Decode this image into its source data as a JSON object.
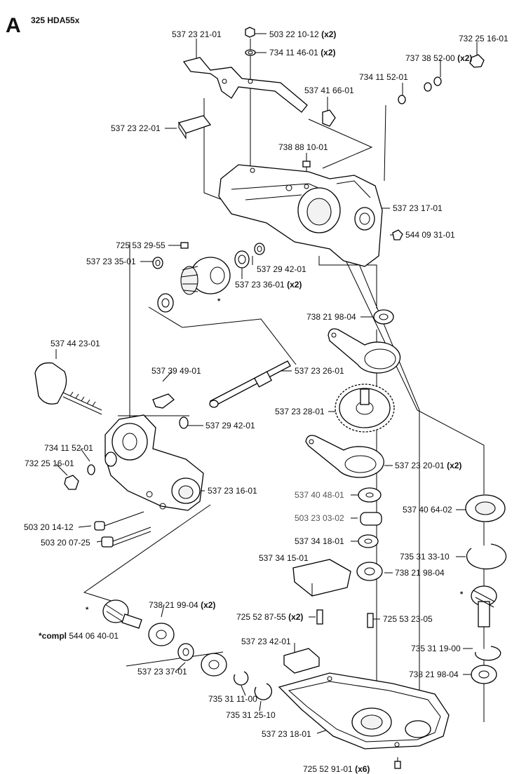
{
  "header": {
    "section": "A",
    "model": "325 HDA55x"
  },
  "parts": [
    {
      "id": "p1",
      "number": "537 23 21-01",
      "qty": ""
    },
    {
      "id": "p2",
      "number": "503 22 10-12",
      "qty": "(x2)"
    },
    {
      "id": "p3",
      "number": "734 11 46-01",
      "qty": "(x2)"
    },
    {
      "id": "p4",
      "number": "732 25 16-01",
      "qty": ""
    },
    {
      "id": "p5",
      "number": "737 38 52-00",
      "qty": "(x2)"
    },
    {
      "id": "p6",
      "number": "734 11 52-01",
      "qty": ""
    },
    {
      "id": "p7",
      "number": "537 41 66-01",
      "qty": ""
    },
    {
      "id": "p8",
      "number": "537 23 22-01",
      "qty": ""
    },
    {
      "id": "p9",
      "number": "738 88 10-01",
      "qty": ""
    },
    {
      "id": "p10",
      "number": "537 23 17-01",
      "qty": ""
    },
    {
      "id": "p11",
      "number": "544 09 31-01",
      "qty": ""
    },
    {
      "id": "p12",
      "number": "725 53 29-55",
      "qty": ""
    },
    {
      "id": "p13",
      "number": "537 23 35-01",
      "qty": ""
    },
    {
      "id": "p14",
      "number": "537 29 42-01",
      "qty": ""
    },
    {
      "id": "p15",
      "number": "537 23 36-01",
      "qty": "(x2)"
    },
    {
      "id": "p16",
      "number": "738 21 98-04",
      "qty": ""
    },
    {
      "id": "p17",
      "number": "537 44 23-01",
      "qty": ""
    },
    {
      "id": "p18",
      "number": "537 39 49-01",
      "qty": ""
    },
    {
      "id": "p19",
      "number": "537 23 26-01",
      "qty": ""
    },
    {
      "id": "p20",
      "number": "537 23 28-01",
      "qty": ""
    },
    {
      "id": "p21",
      "number": "537 29 42-01",
      "qty": ""
    },
    {
      "id": "p22",
      "number": "734 11 52-01",
      "qty": ""
    },
    {
      "id": "p23",
      "number": "732 25 16-01",
      "qty": ""
    },
    {
      "id": "p24",
      "number": "537 23 20-01",
      "qty": "(x2)"
    },
    {
      "id": "p25",
      "number": "537 23 16-01",
      "qty": ""
    },
    {
      "id": "p26",
      "number": "537 40 48-01",
      "qty": ""
    },
    {
      "id": "p27",
      "number": "537 40 64-02",
      "qty": ""
    },
    {
      "id": "p28",
      "number": "503 23 03-02",
      "qty": ""
    },
    {
      "id": "p29",
      "number": "503 20 14-12",
      "qty": ""
    },
    {
      "id": "p30",
      "number": "537 34 18-01",
      "qty": ""
    },
    {
      "id": "p31",
      "number": "503 20 07-25",
      "qty": ""
    },
    {
      "id": "p32",
      "number": "735 31 33-10",
      "qty": ""
    },
    {
      "id": "p33",
      "number": "537 34 15-01",
      "qty": ""
    },
    {
      "id": "p34",
      "number": "738 21 98-04",
      "qty": ""
    },
    {
      "id": "p35",
      "number": "738 21 99-04",
      "qty": "(x2)"
    },
    {
      "id": "p36",
      "number": "725 52 87-55",
      "qty": "(x2)"
    },
    {
      "id": "p37",
      "number": "725 53 23-05",
      "qty": ""
    },
    {
      "id": "p38",
      "number": "544 06 40-01",
      "qty": "",
      "prefix": "*compl"
    },
    {
      "id": "p39",
      "number": "537 23 42-01",
      "qty": ""
    },
    {
      "id": "p40",
      "number": "735 31 19-00",
      "qty": ""
    },
    {
      "id": "p41",
      "number": "537 23 37-01",
      "qty": ""
    },
    {
      "id": "p42",
      "number": "738 21 98-04",
      "qty": ""
    },
    {
      "id": "p43",
      "number": "735 31 11-00",
      "qty": ""
    },
    {
      "id": "p44",
      "number": "735 31 25-10",
      "qty": ""
    },
    {
      "id": "p45",
      "number": "537 23 18-01",
      "qty": ""
    },
    {
      "id": "p46",
      "number": "725 52 91-01",
      "qty": "(x6)"
    }
  ],
  "marks": {
    "star": "*"
  }
}
